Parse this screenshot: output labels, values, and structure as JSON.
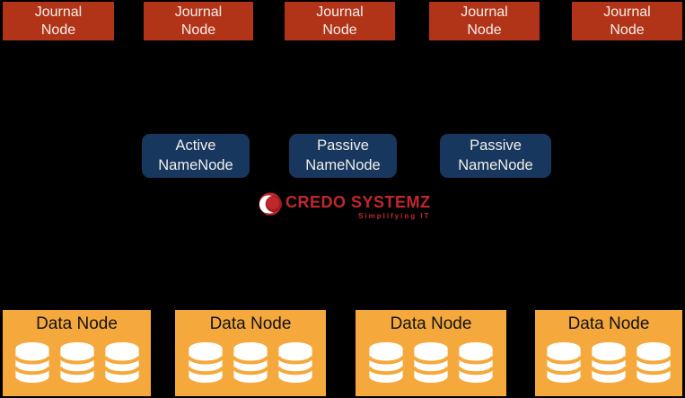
{
  "colors": {
    "bg": "#000000",
    "journal_red": "#B23418",
    "namenode_blue": "#17375E",
    "datanode_orange": "#F5A93C",
    "light_text": "#F2EFEA",
    "dark_text": "#131313",
    "logo_red": "#C1272D",
    "logo_dark_red": "#9E1B1E"
  },
  "journal_nodes": [
    {
      "label": "Journal\nNode"
    },
    {
      "label": "Journal\nNode"
    },
    {
      "label": "Journal\nNode"
    },
    {
      "label": "Journal\nNode"
    },
    {
      "label": "Journal\nNode"
    }
  ],
  "name_nodes": [
    {
      "label": "Active\nNameNode"
    },
    {
      "label": "Passive\nNameNode"
    },
    {
      "label": "Passive\nNameNode"
    }
  ],
  "data_nodes": [
    {
      "label": "Data Node"
    },
    {
      "label": "Data Node"
    },
    {
      "label": "Data Node"
    },
    {
      "label": "Data Node"
    }
  ],
  "logo": {
    "brand": "CREDO SYSTEMZ",
    "tagline": "Simplifying IT"
  }
}
